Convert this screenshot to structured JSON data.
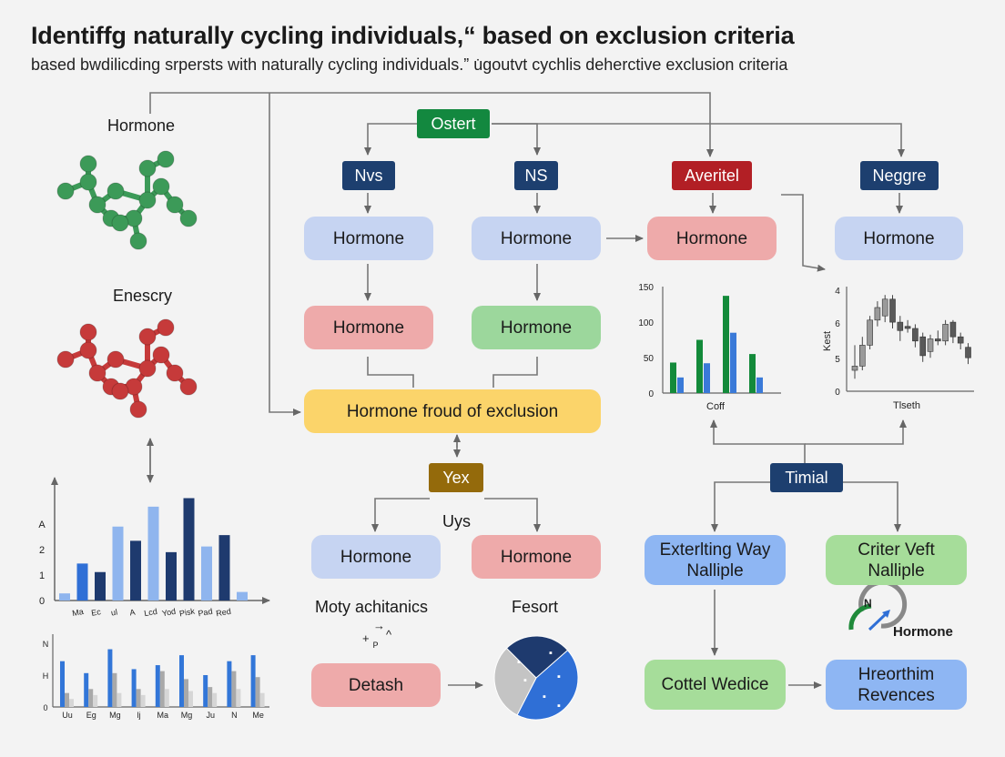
{
  "title": "Identiffg naturally cycling individuals,“ based on exclusion criteria",
  "subtitle": "based bwdilicding srpersts with naturally cycling individuals.” u̇goutvt cychlis deherctive exclusion criteria",
  "left": {
    "hormone_label": "Hormone",
    "enescry_label": "Enescry"
  },
  "flow": {
    "start": "Ostert",
    "nvs": "Nvs",
    "ns": "NS",
    "averitel": "Averitel",
    "neggre": "Neggre",
    "box_nvs_1": "Hormone",
    "box_ns_1": "Hormone",
    "box_averitel": "Hormone",
    "box_neggre": "Hormone",
    "box_nvs_2": "Hormone",
    "box_ns_2": "Hormone",
    "exclusion": "Hormone froud of exclusion",
    "yex": "Yex",
    "uys": "Uys",
    "yex_left": "Hormone",
    "yex_right": "Hormone",
    "moty": "Moty achitanics",
    "fesort": "Fesort",
    "detash": "Detash",
    "timial": "Timial",
    "exterlting": "Exterlting Way Nalliple",
    "criter": "Criter Veft Nalliple",
    "cottel": "Cottel Wedice",
    "hreorthim": "Hreorthim Revences",
    "gauge_label": "Hormone",
    "gauge_n": "N",
    "moty_symbols": [
      "→",
      "+",
      "ᴾ",
      "^"
    ],
    "pie_symbols": [
      "▪",
      "▪",
      "▪",
      "▪",
      "▪",
      "▪"
    ]
  },
  "chart_data": [
    {
      "type": "bar",
      "categories": [
        "Ma",
        "Ec",
        "ul",
        "A",
        "Lcd",
        "Yod",
        "Pisk",
        "Pad",
        "Red"
      ],
      "ytick_labels": [
        "0",
        "1",
        "2",
        "A"
      ],
      "series": [
        {
          "values": [
            0.25,
            1.3,
            1.0,
            2.6,
            2.1,
            3.3,
            1.7,
            3.6,
            1.9,
            2.3,
            0.3
          ]
        }
      ],
      "bar_colors": [
        "#8fb5ee",
        "#2f6fd6",
        "#1e3a6e",
        "#8fb5ee",
        "#1e3a6e",
        "#8fb5ee",
        "#1e3a6e",
        "#1e3a6e",
        "#8fb5ee",
        "#1e3a6e",
        "#8fb5ee"
      ],
      "ylim": [
        0,
        4
      ]
    },
    {
      "type": "bar",
      "categories": [
        "Uu",
        "Eg",
        "Mg",
        "lj",
        "Ma",
        "Mg",
        "Ju",
        "N",
        "Me"
      ],
      "ytick_labels": [
        "0",
        "H",
        "N"
      ],
      "series": [
        {
          "values": [
            2.3,
            1.7,
            2.9,
            1.9,
            2.1,
            2.6,
            1.6,
            2.3,
            2.6
          ]
        },
        {
          "values": [
            0.7,
            0.9,
            1.7,
            0.9,
            1.8,
            1.4,
            1.0,
            1.8,
            1.5
          ]
        },
        {
          "values": [
            0.4,
            0.6,
            0.7,
            0.6,
            0.9,
            0.8,
            0.7,
            0.9,
            0.7
          ]
        }
      ],
      "series_colors": [
        "#3276d8",
        "#a9a9a9",
        "#d6d6d6"
      ],
      "ylim": [
        0,
        3.2
      ]
    },
    {
      "type": "bar",
      "xlabel": "Coff",
      "ytick_labels": [
        "0",
        "50",
        "100",
        "150"
      ],
      "series": [
        {
          "values": [
            43,
            75,
            137,
            55
          ]
        },
        {
          "values": [
            22,
            42,
            85,
            22
          ]
        }
      ],
      "series_colors": [
        "#138a3a",
        "#3a7ad8"
      ],
      "ylim": [
        0,
        150
      ]
    },
    {
      "type": "candlestick",
      "xlabel": "Tlseth",
      "ylabel": "Kest",
      "ytick_labels": [
        "0",
        "5",
        "6",
        "4"
      ],
      "candles": [
        [
          1.0,
          1.2,
          0.6,
          2.2
        ],
        [
          1.2,
          2.2,
          1.0,
          2.6
        ],
        [
          2.2,
          3.4,
          2.0,
          3.6
        ],
        [
          3.4,
          4.0,
          3.1,
          4.3
        ],
        [
          3.6,
          4.4,
          3.3,
          4.6
        ],
        [
          4.4,
          3.3,
          3.0,
          4.6
        ],
        [
          3.3,
          2.9,
          2.4,
          3.6
        ],
        [
          3.1,
          3.0,
          2.8,
          3.4
        ],
        [
          3.0,
          2.4,
          2.1,
          3.2
        ],
        [
          2.6,
          1.7,
          1.4,
          2.8
        ],
        [
          1.9,
          2.5,
          1.6,
          2.7
        ],
        [
          2.5,
          2.4,
          2.2,
          2.9
        ],
        [
          2.4,
          3.2,
          2.2,
          3.4
        ],
        [
          3.3,
          2.6,
          2.3,
          3.4
        ],
        [
          2.6,
          2.3,
          2.0,
          2.8
        ],
        [
          2.1,
          1.6,
          1.3,
          2.3
        ]
      ],
      "ylim": [
        0,
        5
      ]
    },
    {
      "type": "pie",
      "values": [
        44,
        30,
        26
      ],
      "colors": [
        "#2f6fd6",
        "#c4c4c4",
        "#1e3a6e"
      ]
    }
  ]
}
